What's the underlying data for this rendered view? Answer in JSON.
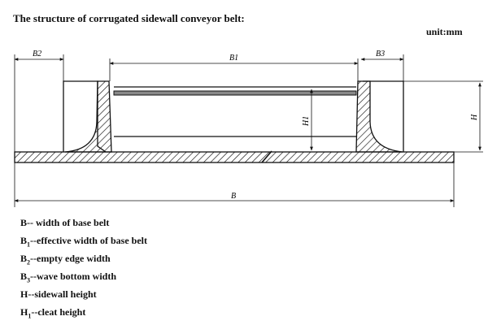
{
  "header": {
    "title": "The structure of corrugated sidewall conveyor belt:",
    "unit": "unit:mm"
  },
  "diagram": {
    "dimensions": {
      "b2": "B2",
      "b1": "B1",
      "b3": "B3",
      "h1": "H1",
      "h": "H",
      "b": "B"
    }
  },
  "legend": [
    {
      "symbol": "B",
      "sub": "",
      "text": "-- width of base belt"
    },
    {
      "symbol": "B",
      "sub": "1",
      "text": "--effective width of base belt"
    },
    {
      "symbol": "B",
      "sub": "2",
      "text": "--empty edge width"
    },
    {
      "symbol": "B",
      "sub": "3",
      "text": "--wave bottom width"
    },
    {
      "symbol": "H",
      "sub": "",
      "text": "--sidewall height"
    },
    {
      "symbol": "H",
      "sub": "1",
      "text": "--cleat height"
    }
  ]
}
